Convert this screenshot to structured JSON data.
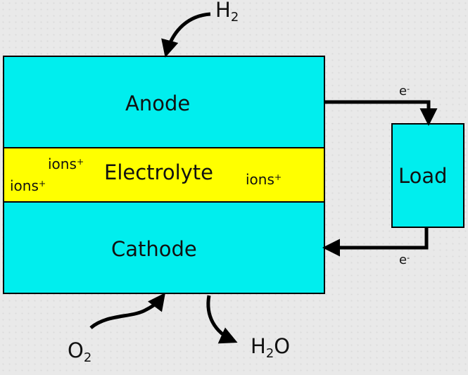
{
  "layers": {
    "anode": "Anode",
    "electrolyte": "Electrolyte",
    "cathode": "Cathode"
  },
  "load": "Load",
  "ions": {
    "label": "ions",
    "charge": "+"
  },
  "electron": {
    "symbol": "e",
    "charge": "-"
  },
  "species": {
    "hydrogen": {
      "symbol": "H",
      "sub": "2"
    },
    "oxygen": {
      "symbol": "O",
      "sub": "2"
    },
    "water": {
      "left": "H",
      "sub": "2",
      "right": "O"
    }
  },
  "colors": {
    "cell": "#00eeee",
    "electrolyte": "#ffff00",
    "stroke": "#000000",
    "background": "#e9e9e9"
  }
}
